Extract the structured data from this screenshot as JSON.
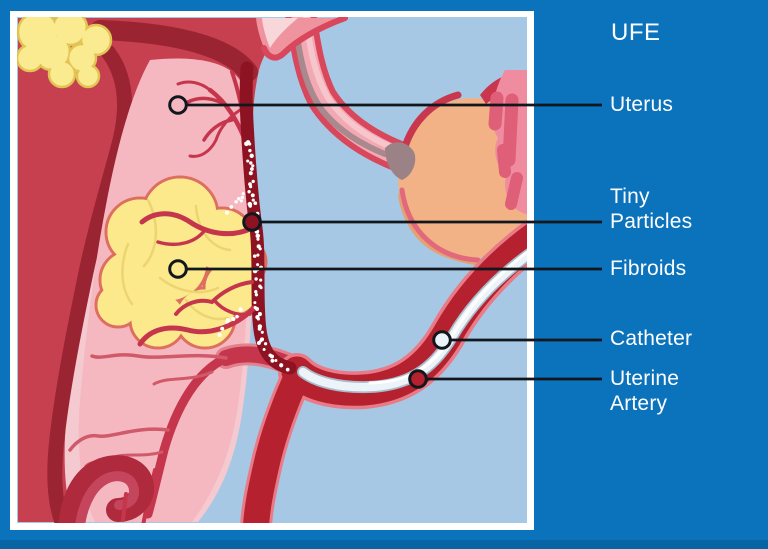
{
  "title": "UFE",
  "callouts": [
    {
      "id": "uterus",
      "label": "Uterus"
    },
    {
      "id": "tiny-particles",
      "label": "Tiny\nParticles"
    },
    {
      "id": "fibroids",
      "label": "Fibroids"
    },
    {
      "id": "catheter",
      "label": "Catheter"
    },
    {
      "id": "uterine-artery",
      "label": "Uterine\nArtery"
    }
  ],
  "colors": {
    "page_background": "#0B72BC",
    "page_bottom_strip": "#0765A6",
    "frame": "#FFFFFF",
    "illustration_background": "#A6C8E4",
    "uterus_wall": "#C7404F",
    "uterus_wall_dark": "#9B2433",
    "uterus_lining": "#F4C9D0",
    "uterus_interior": "#F6B8C0",
    "fibroid_yellow": "#FBE98C",
    "artery_red": "#B5212E",
    "artery_rim": "#E87B87",
    "particle_vessel": "#8E1322",
    "particles": "#FFFFFF",
    "catheter": "#EDF4F9",
    "ovary": "#F2B285",
    "fimbriae": "#E0617B",
    "callout_line": "#12171D",
    "label_text": "#FFFFFF"
  }
}
